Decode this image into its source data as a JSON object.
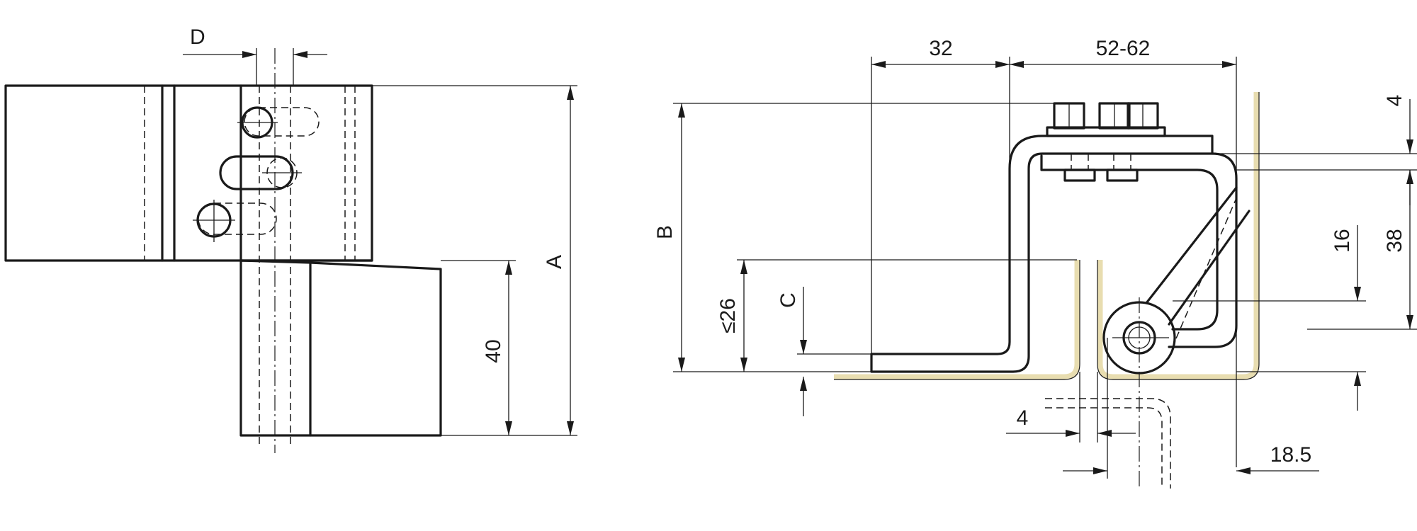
{
  "drawing": {
    "front_view": {
      "dim_d": "D",
      "dim_a": "A",
      "dim_40": "40"
    },
    "section_view": {
      "dim_32": "32",
      "dim_52_62": "52-62",
      "dim_b": "B",
      "dim_26": "≤26",
      "dim_c": "C",
      "dim_4_top": "4",
      "dim_38": "38",
      "dim_16": "16",
      "dim_4_bottom": "4",
      "dim_18_5": "18.5"
    },
    "colors": {
      "line": "#1a1a1a",
      "frame_fill": "#e8ddb0"
    }
  }
}
